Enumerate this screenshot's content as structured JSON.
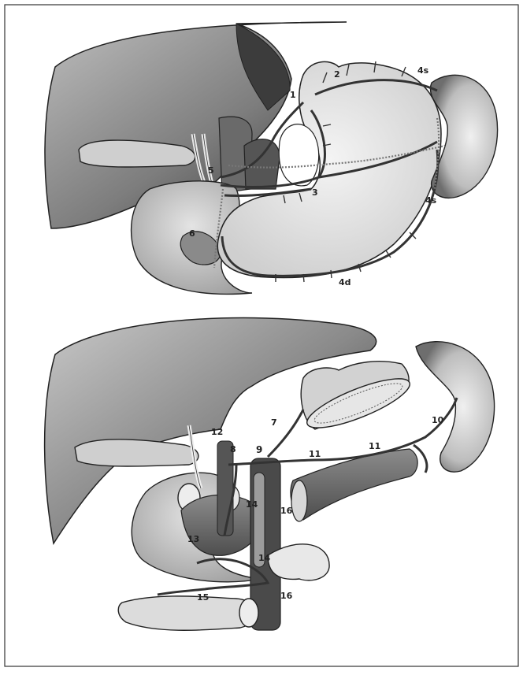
{
  "figure": {
    "top_panel": {
      "labels": [
        {
          "key": "label-1",
          "text": "1"
        },
        {
          "key": "label-2",
          "text": "2"
        },
        {
          "key": "label-3",
          "text": "3"
        },
        {
          "key": "label-4s-top",
          "text": "4s"
        },
        {
          "key": "label-4s-right",
          "text": "4s"
        },
        {
          "key": "label-4d",
          "text": "4d"
        },
        {
          "key": "label-5",
          "text": "5"
        },
        {
          "key": "label-6",
          "text": "6"
        }
      ]
    },
    "bottom_panel": {
      "labels": [
        {
          "key": "label-7",
          "text": "7"
        },
        {
          "key": "label-8",
          "text": "8"
        },
        {
          "key": "label-9",
          "text": "9"
        },
        {
          "key": "label-10",
          "text": "10"
        },
        {
          "key": "label-11a",
          "text": "11"
        },
        {
          "key": "label-11b",
          "text": "11"
        },
        {
          "key": "label-12",
          "text": "12"
        },
        {
          "key": "label-13",
          "text": "13"
        },
        {
          "key": "label-14a",
          "text": "14"
        },
        {
          "key": "label-14b",
          "text": "14"
        },
        {
          "key": "label-15",
          "text": "15"
        },
        {
          "key": "label-16a",
          "text": "16"
        },
        {
          "key": "label-16b",
          "text": "16"
        }
      ]
    }
  },
  "colors": {
    "border": "#333333",
    "organ_light": "#d9d9d9",
    "organ_mid": "#9a9a9a",
    "organ_dark": "#4a4a4a",
    "vessel": "#3a3a3a"
  }
}
